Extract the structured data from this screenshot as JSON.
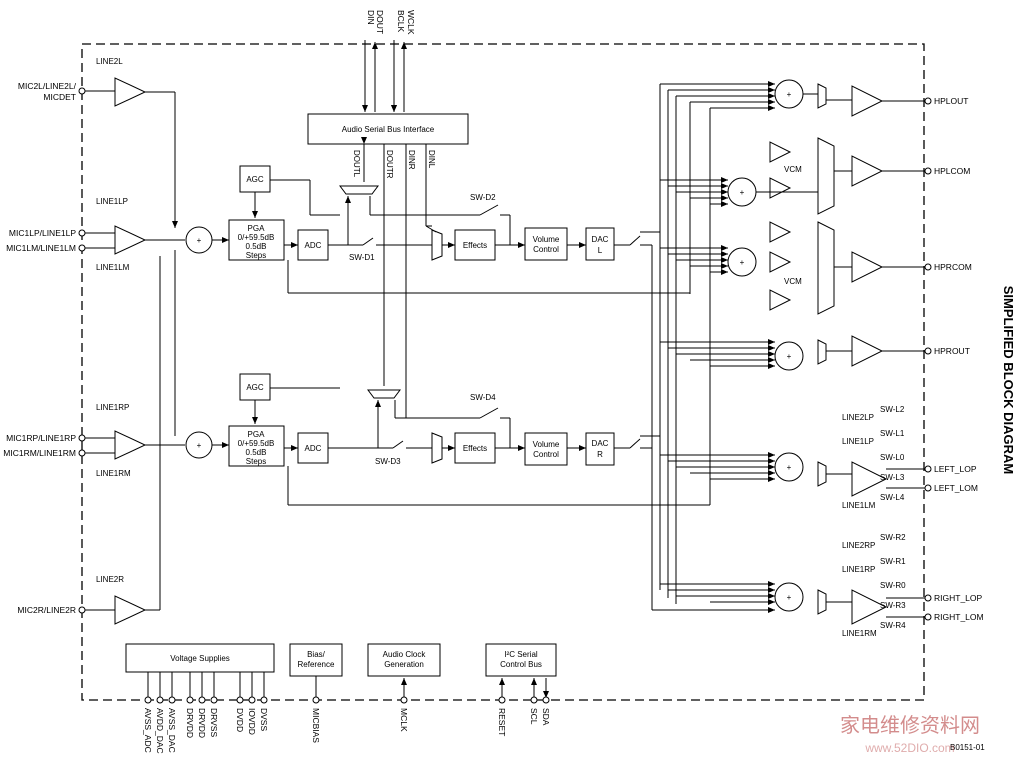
{
  "title": "SIMPLIFIED BLOCK DIAGRAM",
  "figure_code": "B0151-01",
  "watermark": {
    "cn": "家电维修资料网",
    "url": "www.52DIO.com"
  },
  "top_pins": [
    "DOUT",
    "DIN",
    "BCLK",
    "WCLK"
  ],
  "left_inputs": {
    "mic2l": [
      "MIC2L/LINE2L/",
      "MICDET"
    ],
    "line1lp": "MIC1LP/LINE1LP",
    "line1lm": "MIC1LM/LINE1LM",
    "line1rp": "MIC1RP/LINE1RP",
    "line1rm": "MIC1RM/LINE1RM",
    "mic2r": "MIC2R/LINE2R"
  },
  "left_labels": {
    "line2l": "LINE2L",
    "line1lp": "LINE1LP",
    "line1lm": "LINE1LM",
    "line1rp": "LINE1RP",
    "line1rm": "LINE1RM",
    "line2r": "LINE2R"
  },
  "blocks": {
    "asbi": "Audio Serial Bus Interface",
    "agc": "AGC",
    "pga": [
      "PGA",
      "0/+59.5dB",
      "0.5dB",
      "Steps"
    ],
    "adc": "ADC",
    "effects": "Effects",
    "volume": [
      "Volume",
      "Control"
    ],
    "dac_l": [
      "DAC",
      "L"
    ],
    "dac_r": [
      "DAC",
      "R"
    ],
    "vcm": "VCM",
    "supplies": "Voltage Supplies",
    "bias": [
      "Bias/",
      "Reference"
    ],
    "clock": [
      "Audio Clock",
      "Generation"
    ],
    "i2c": [
      "I²C Serial",
      "Control Bus"
    ]
  },
  "vertical_signals": [
    "DOUTL",
    "DOUTR",
    "DINR",
    "DINL"
  ],
  "switches": {
    "d1": "SW-D1",
    "d2": "SW-D2",
    "d3": "SW-D3",
    "d4": "SW-D4"
  },
  "outputs": {
    "hplout": "HPLOUT",
    "hplcom": "HPLCOM",
    "hprcom": "HPRCOM",
    "hprout": "HPROUT",
    "left_lop": "LEFT_LOP",
    "left_lom": "LEFT_LOM",
    "right_lop": "RIGHT_LOP",
    "right_lom": "RIGHT_LOM"
  },
  "left_line_switches": {
    "in": [
      "LINE2LP",
      "LINE1LP",
      "LINE1LM"
    ],
    "sw": [
      "SW-L2",
      "SW-L1",
      "SW-L0",
      "SW-L3",
      "SW-L4"
    ]
  },
  "right_line_switches": {
    "in": [
      "LINE2RP",
      "LINE1RP",
      "LINE1RM"
    ],
    "sw": [
      "SW-R2",
      "SW-R1",
      "SW-R0",
      "SW-R3",
      "SW-R4"
    ]
  },
  "bottom_pins": {
    "supply": [
      "AVSS_ADC",
      "AVDD_DAC",
      "AVSS_DAC",
      "DRVDD",
      "DRVDD",
      "DRVSS",
      "DVDD",
      "IOVDD",
      "DVSS"
    ],
    "micbias": "MICBIAS",
    "mclk": "MCLK",
    "reset": "RESET",
    "scl": "SCL",
    "sda": "SDA"
  }
}
